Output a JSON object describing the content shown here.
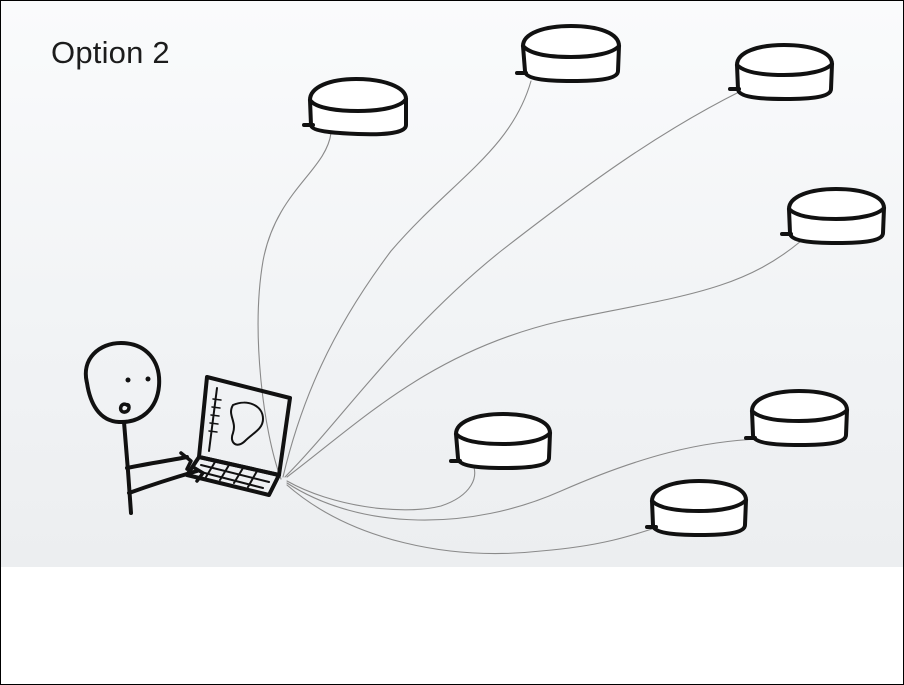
{
  "slide": {
    "title": "Option 2"
  },
  "colors": {
    "background": "#f1f3f5",
    "ink": "#111111",
    "wire": "#8a8a8a"
  },
  "nodes": [
    {
      "name": "database-node-1",
      "icon": "database-cylinder-icon"
    },
    {
      "name": "database-node-2",
      "icon": "database-cylinder-icon"
    },
    {
      "name": "database-node-3",
      "icon": "database-cylinder-icon"
    },
    {
      "name": "database-node-4",
      "icon": "database-cylinder-icon"
    },
    {
      "name": "database-node-5",
      "icon": "database-cylinder-icon"
    },
    {
      "name": "database-node-6",
      "icon": "database-cylinder-icon"
    },
    {
      "name": "database-node-7",
      "icon": "database-cylinder-icon"
    }
  ],
  "figure": {
    "icon": "stick-figure-with-laptop-icon"
  }
}
